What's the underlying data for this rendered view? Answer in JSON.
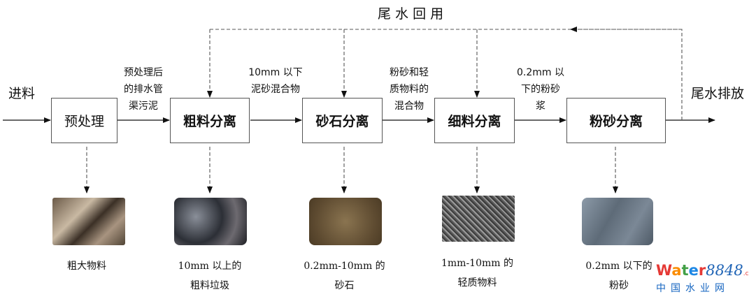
{
  "title": "尾 水 回 用",
  "input_label": "进料",
  "output_label": "尾水排放",
  "boxes": [
    "预处理",
    "粗料分离",
    "砂石分离",
    "细料分离",
    "粉砂分离"
  ],
  "flows": [
    [
      "预处理后",
      "的排水管",
      "渠污泥"
    ],
    [
      "10mm 以下",
      "泥砂混合物"
    ],
    [
      "粉砂和轻",
      "质物料的",
      "混合物"
    ],
    [
      "0.2mm 以",
      "下的粉砂",
      "浆"
    ]
  ],
  "products": [
    {
      "caption": [
        "粗大物料"
      ],
      "image": "coarse-debris-photo"
    },
    {
      "caption": [
        "10mm 以上的",
        "粗料垃圾"
      ],
      "image": "coarse-waste-photo"
    },
    {
      "caption": [
        "0.2mm-10mm 的",
        "砂石"
      ],
      "image": "sand-gravel-photo"
    },
    {
      "caption": [
        "1mm-10mm 的",
        "轻质物料"
      ],
      "image": "light-material-photo"
    },
    {
      "caption": [
        "0.2mm 以下的",
        "粉砂"
      ],
      "image": "silt-photo"
    }
  ],
  "watermark": {
    "brand": "water8848",
    "domain": ".com",
    "cn": "中国水业网"
  }
}
